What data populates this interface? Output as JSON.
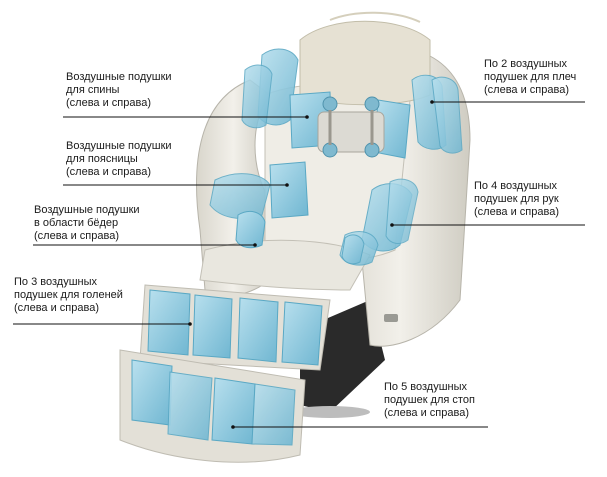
{
  "callouts": {
    "back": {
      "lines": [
        "Воздушные подушки",
        "для спины",
        "(слева и справа)"
      ]
    },
    "lumbar": {
      "lines": [
        "Воздушные подушки",
        "для поясницы",
        "(слева и справа)"
      ]
    },
    "thigh": {
      "lines": [
        "Воздушные подушки",
        "в области бёдер",
        "(слева и справа)"
      ]
    },
    "calf": {
      "lines": [
        "По 3 воздушных",
        "подушек для голеней",
        "(слева и справа)"
      ]
    },
    "shoulder": {
      "lines": [
        "По 2 воздушных",
        "подушек для плеч",
        "(слева и справа)"
      ]
    },
    "arm": {
      "lines": [
        "По 4 воздушных",
        "подушек для рук",
        "(слева и справа)"
      ]
    },
    "foot": {
      "lines": [
        "По 5 воздушных",
        "подушек для стоп",
        "(слева и справа)"
      ]
    }
  },
  "colors": {
    "chair_body": "#e9e7df",
    "chair_shadow": "#c9c6bc",
    "airbag": "#8ec9dd",
    "airbag_edge": "#5aa8c4",
    "leader_line": "#111111",
    "base": "#2a2a2a"
  }
}
